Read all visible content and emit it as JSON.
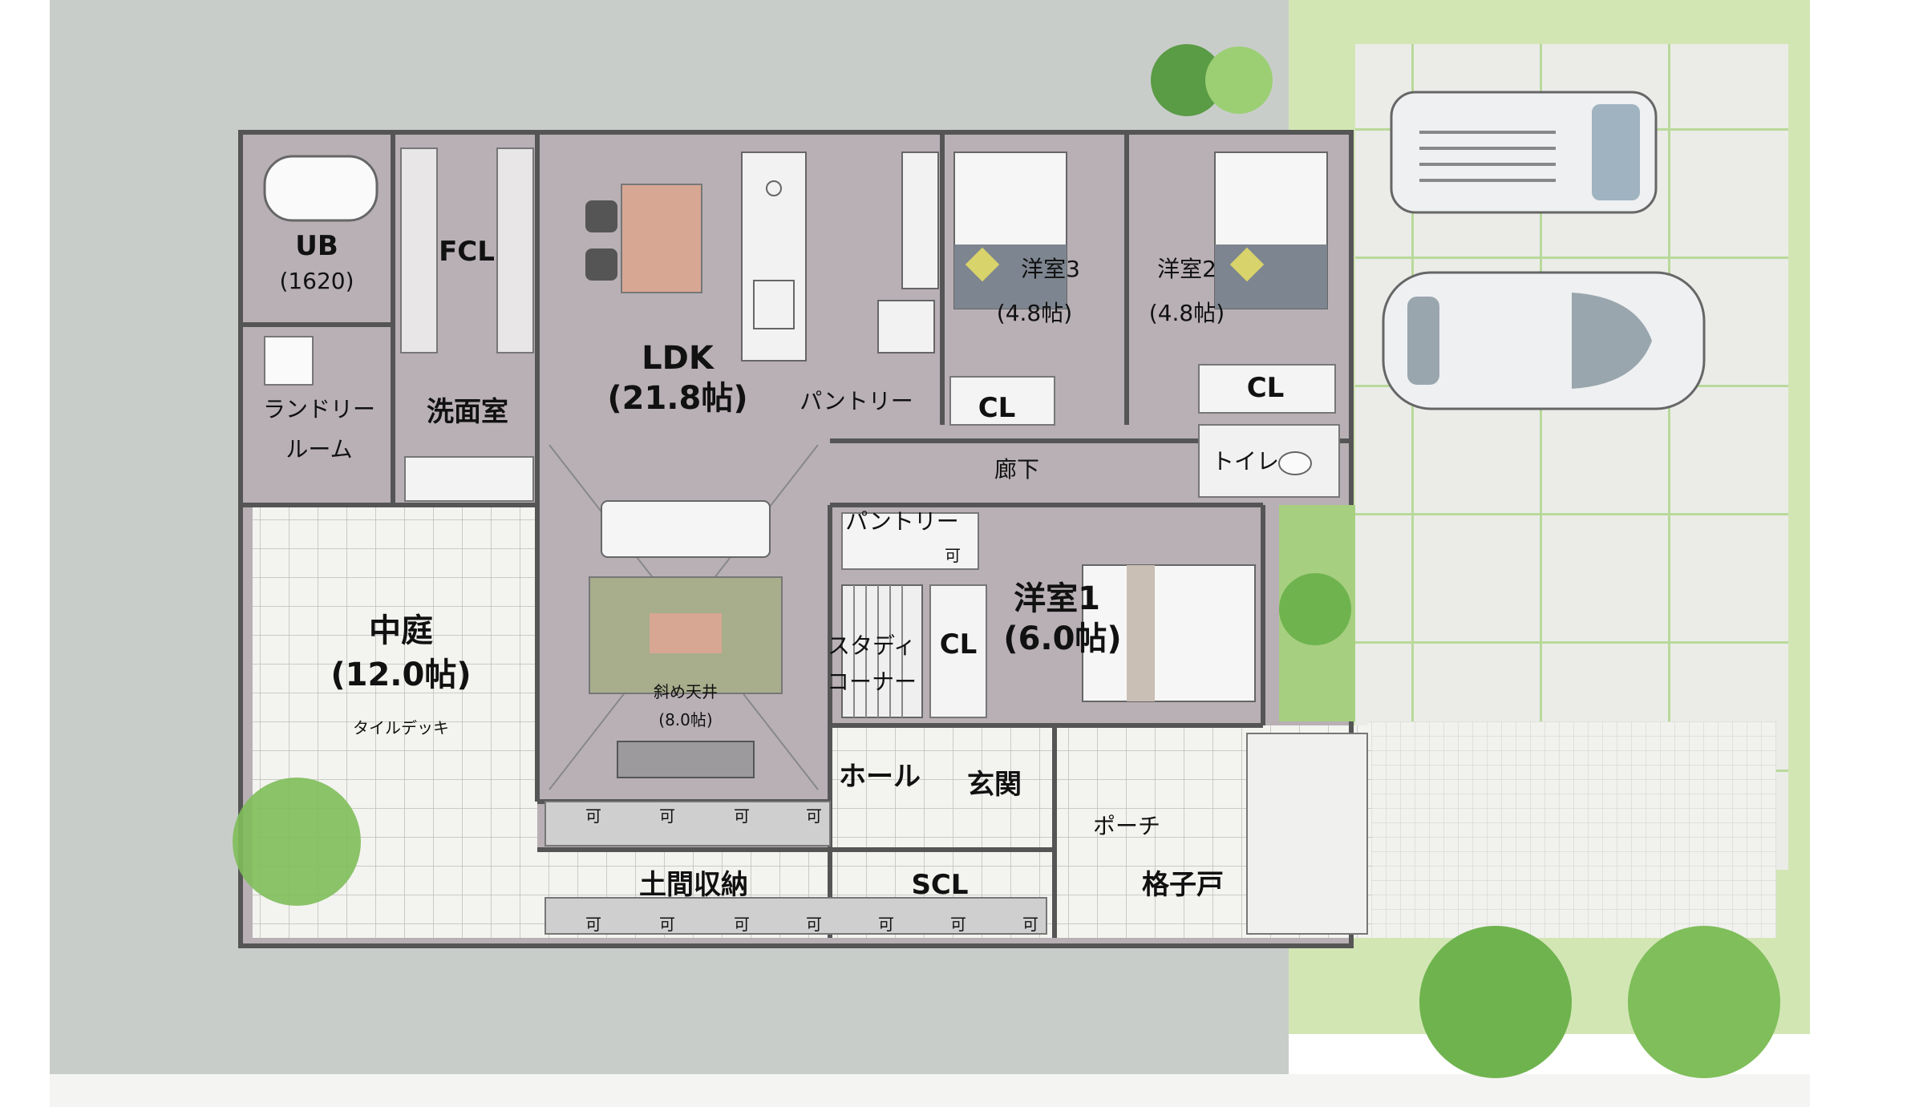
{
  "rooms": {
    "ub": "UB",
    "ub_size": "(1620)",
    "fcl": "FCL",
    "ldk": "LDK",
    "ldk_size": "(21.8帖)",
    "pantry_top": "パントリー",
    "cl_top": "CL",
    "room3": "洋室3",
    "room3_size": "(4.8帖)",
    "room2": "洋室2",
    "room2_size": "(4.8帖)",
    "cl_room2": "CL",
    "laundry_1": "ランドリー",
    "laundry_2": "ルーム",
    "washroom": "洗面室",
    "corridor": "廊下",
    "toilet": "トイレ",
    "pantry_mid": "パントリー",
    "ka_mark": "可",
    "room1": "洋室1",
    "room1_size": "(6.0帖)",
    "study_1": "スタディ",
    "study_2": "コーナー",
    "cl_study": "CL",
    "courtyard": "中庭",
    "courtyard_size": "(12.0帖)",
    "tile_deck": "タイルデッキ",
    "slope_ceiling": "斜め天井",
    "slope_size": "(8.0帖)",
    "hall": "ホール",
    "entrance": "玄関",
    "porch": "ポーチ",
    "doma_storage": "土間収納",
    "scl": "SCL",
    "lattice_door": "格子戸"
  },
  "colors": {
    "ground": "#c9cdca",
    "floor_wood": "#b8b0b5",
    "tile": "#f2f2ef",
    "lawn": "#d2e6b4",
    "paving": "#ecedea",
    "tree": "#7fbe5a",
    "rug": "#a8ad8c",
    "bed_accent": "#d8d36a"
  },
  "icons": [
    "tree-icon",
    "car-icon",
    "bed-icon",
    "sofa-icon",
    "dining-table-icon",
    "bathtub-icon",
    "toilet-icon",
    "kitchen-counter-icon"
  ]
}
